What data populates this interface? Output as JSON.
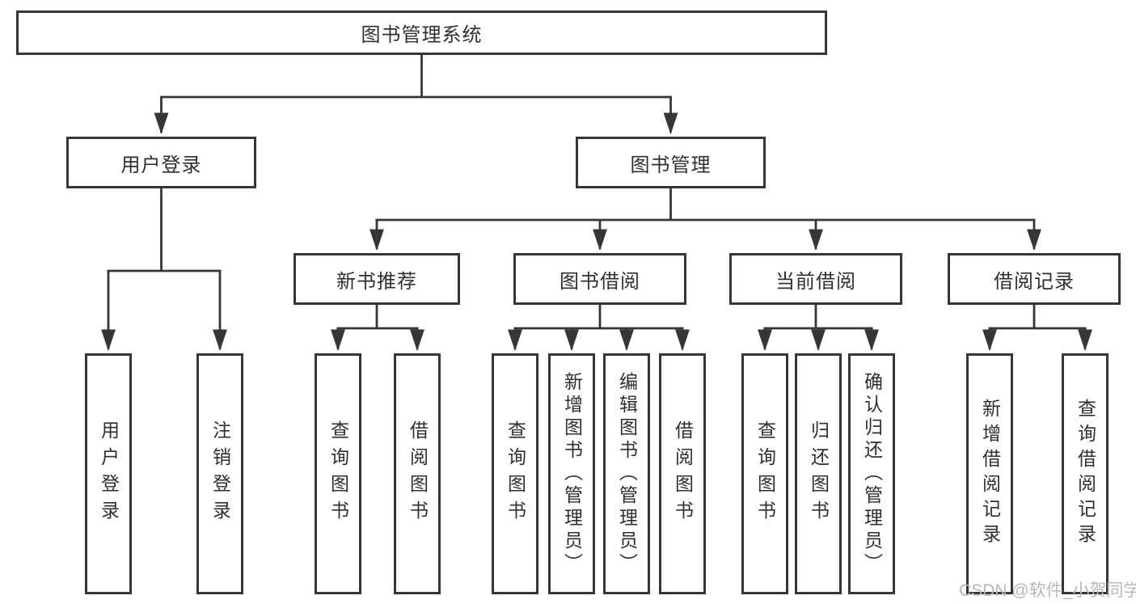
{
  "diagram_title": "图书管理系统",
  "tree": {
    "label": "图书管理系统",
    "children": [
      {
        "label": "用户登录",
        "children": [
          {
            "label": "用户登录"
          },
          {
            "label": "注销登录"
          }
        ]
      },
      {
        "label": "图书管理",
        "children": [
          {
            "label": "新书推荐",
            "children": [
              {
                "label": "查询图书"
              },
              {
                "label": "借阅图书"
              }
            ]
          },
          {
            "label": "图书借阅",
            "children": [
              {
                "label": "查询图书"
              },
              {
                "label": "新增图书（管理员）"
              },
              {
                "label": "编辑图书（管理员）"
              },
              {
                "label": "借阅图书"
              }
            ]
          },
          {
            "label": "当前借阅",
            "children": [
              {
                "label": "查询图书"
              },
              {
                "label": "归还图书"
              },
              {
                "label": "确认归还（管理员）"
              }
            ]
          },
          {
            "label": "借阅记录",
            "children": [
              {
                "label": "新增借阅记录"
              },
              {
                "label": "查询借阅记录"
              }
            ]
          }
        ]
      }
    ]
  },
  "watermark": "CSDN @软件_小贺同学",
  "colors": {
    "line": "#363636",
    "box_border": "#363636",
    "box_fill": "#ffffff",
    "text": "#2f2f2f",
    "watermark": "#b8b8b8",
    "background": "#ffffff"
  }
}
